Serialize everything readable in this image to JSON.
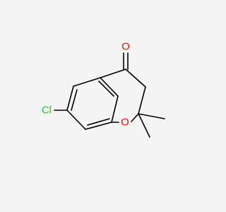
{
  "molecule": {
    "atoms": {
      "oxygen_carbonyl": "O",
      "oxygen_ring": "O",
      "chlorine": "Cl"
    },
    "colors": {
      "oxygen": "#ff0d0d",
      "chlorine": "#1fd01f",
      "bond": "#000000",
      "background": "#f4f4f4"
    }
  }
}
